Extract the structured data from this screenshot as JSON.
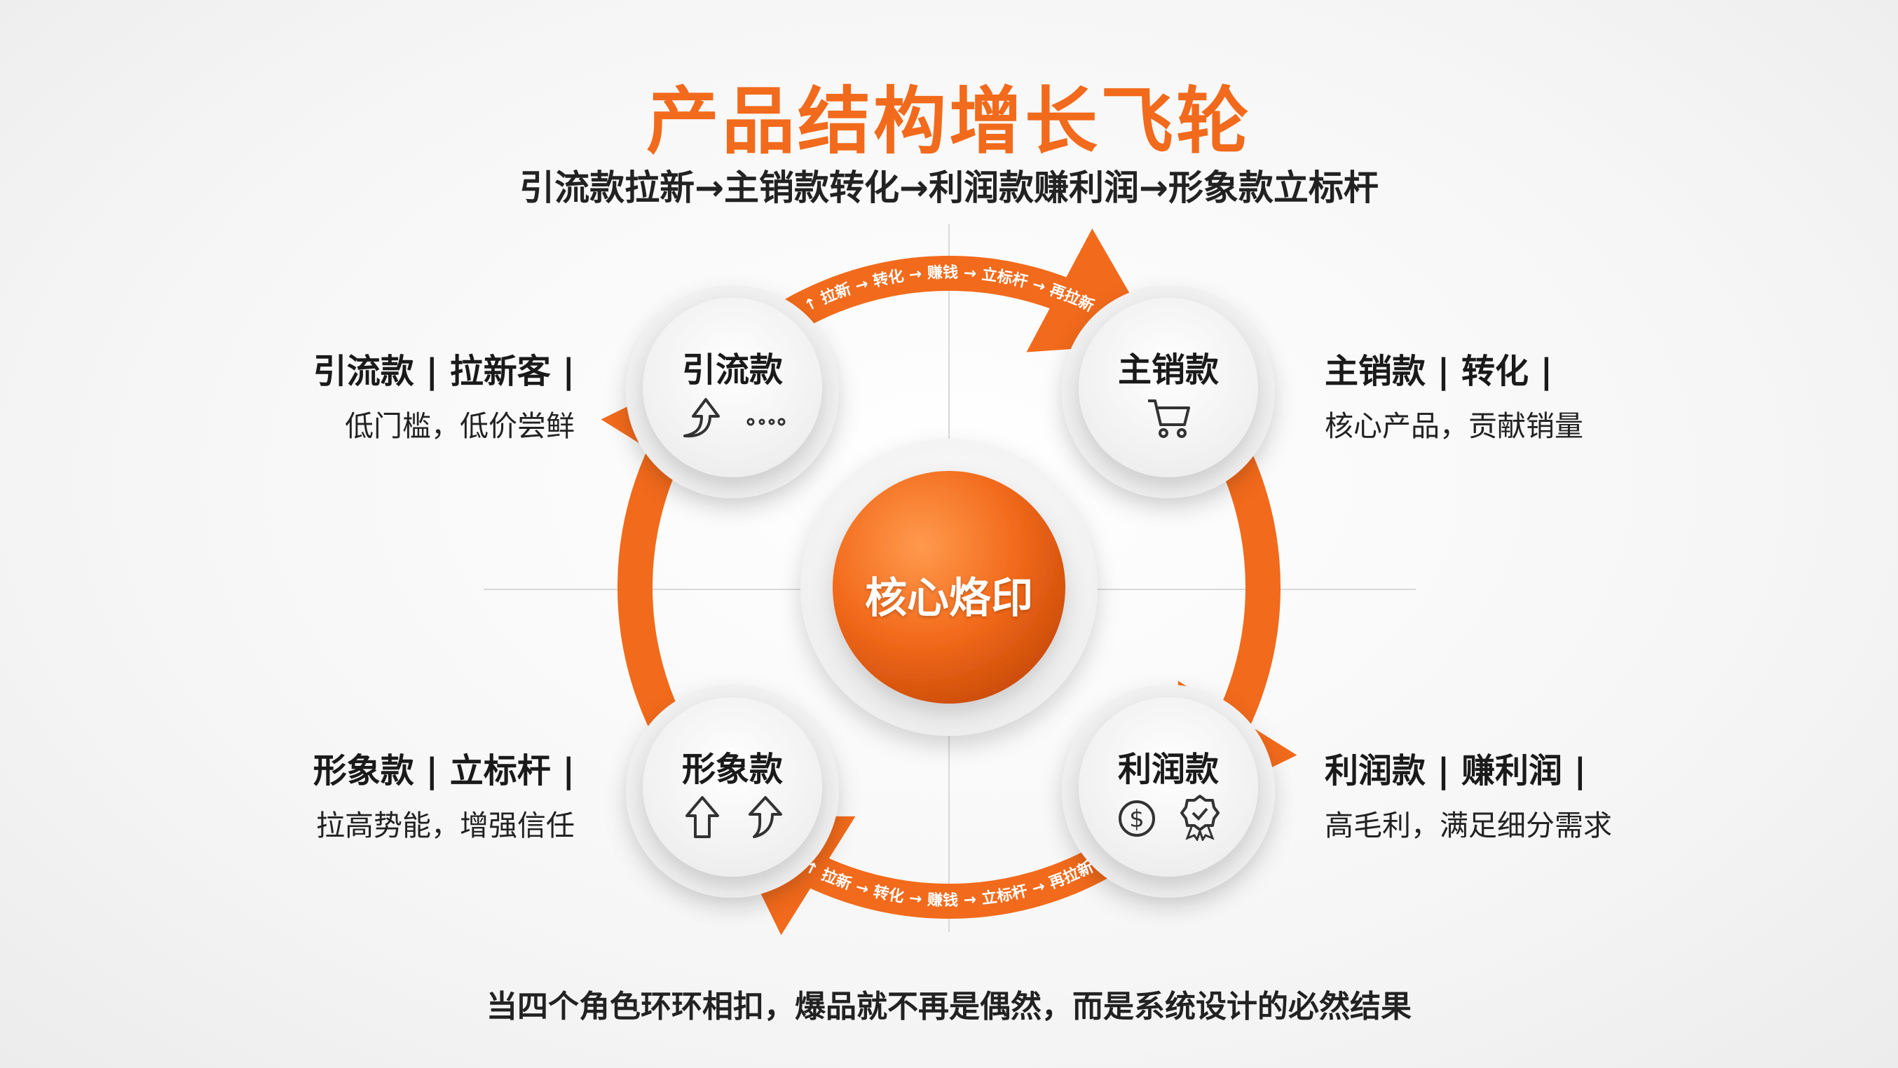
{
  "title": "产品结构增长飞轮",
  "subtitle": "引流款拉新→主销款转化→利润款赚利润→形象款立标杆",
  "core": {
    "label": "核心烙印",
    "color": "#f26a1b"
  },
  "flow_arrow_text": "↑ 拉新 → 转化 → 赚钱 → 立标杆 → 再拉新",
  "nodes": [
    {
      "label": "引流款",
      "icons": [
        "curved-up-arrow-icon",
        "dots-icon"
      ],
      "heading": "引流款 | 拉新客 |",
      "desc": "低门槛，低价尝鲜"
    },
    {
      "label": "主销款",
      "icons": [
        "shopping-cart-icon"
      ],
      "heading": "主销款 | 转化 |",
      "desc": "核心产品，贡献销量"
    },
    {
      "label": "利润款",
      "icons": [
        "dollar-coin-icon",
        "award-badge-icon"
      ],
      "heading": "利润款 | 赚利润 |",
      "desc": "高毛利，满足细分需求"
    },
    {
      "label": "形象款",
      "icons": [
        "up-arrow-icon",
        "up-arrow-icon"
      ],
      "heading": "形象款 | 立标杆 |",
      "desc": "拉高势能，增强信任"
    }
  ],
  "caption": "当四个角色环环相扣，爆品就不再是偶然，而是系统设计的必然结果",
  "colors": {
    "accent": "#f26a1b",
    "text": "#1a1a1a"
  }
}
